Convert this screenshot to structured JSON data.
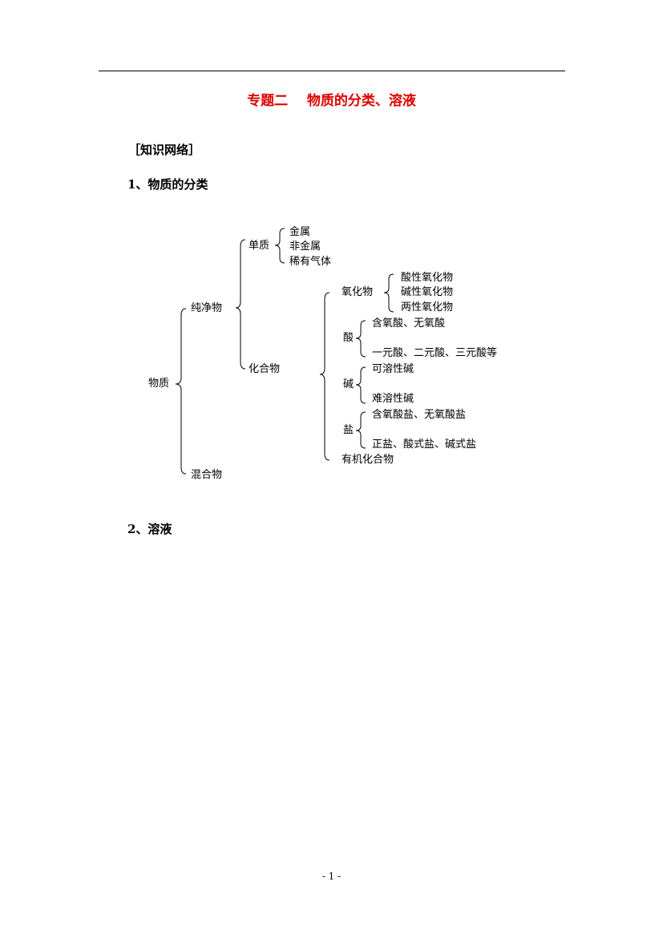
{
  "title": "专题二    物质的分类、溶液",
  "section_heading": "［知识网络］",
  "subsection1": "1、物质的分类",
  "subsection2": "2、溶液",
  "tree": {
    "root": "物质",
    "pure": "纯净物",
    "mixture": "混合物",
    "element": "单质",
    "element_items": [
      "金属",
      "非金属",
      "稀有气体"
    ],
    "compound": "化合物",
    "oxide": "氧化物",
    "oxide_items": [
      "酸性氧化物",
      "碱性氧化物",
      "两性氧化物"
    ],
    "acid": "酸",
    "acid_items": [
      "含氧酸、无氧酸",
      "一元酸、二元酸、三元酸等"
    ],
    "base": "碱",
    "base_items": [
      "可溶性碱",
      "难溶性碱"
    ],
    "salt": "盐",
    "salt_items": [
      "含氧酸盐、无氧酸盐",
      "正盐、酸式盐、碱式盐"
    ],
    "organic": "有机化合物"
  },
  "footer": "- 1 -"
}
